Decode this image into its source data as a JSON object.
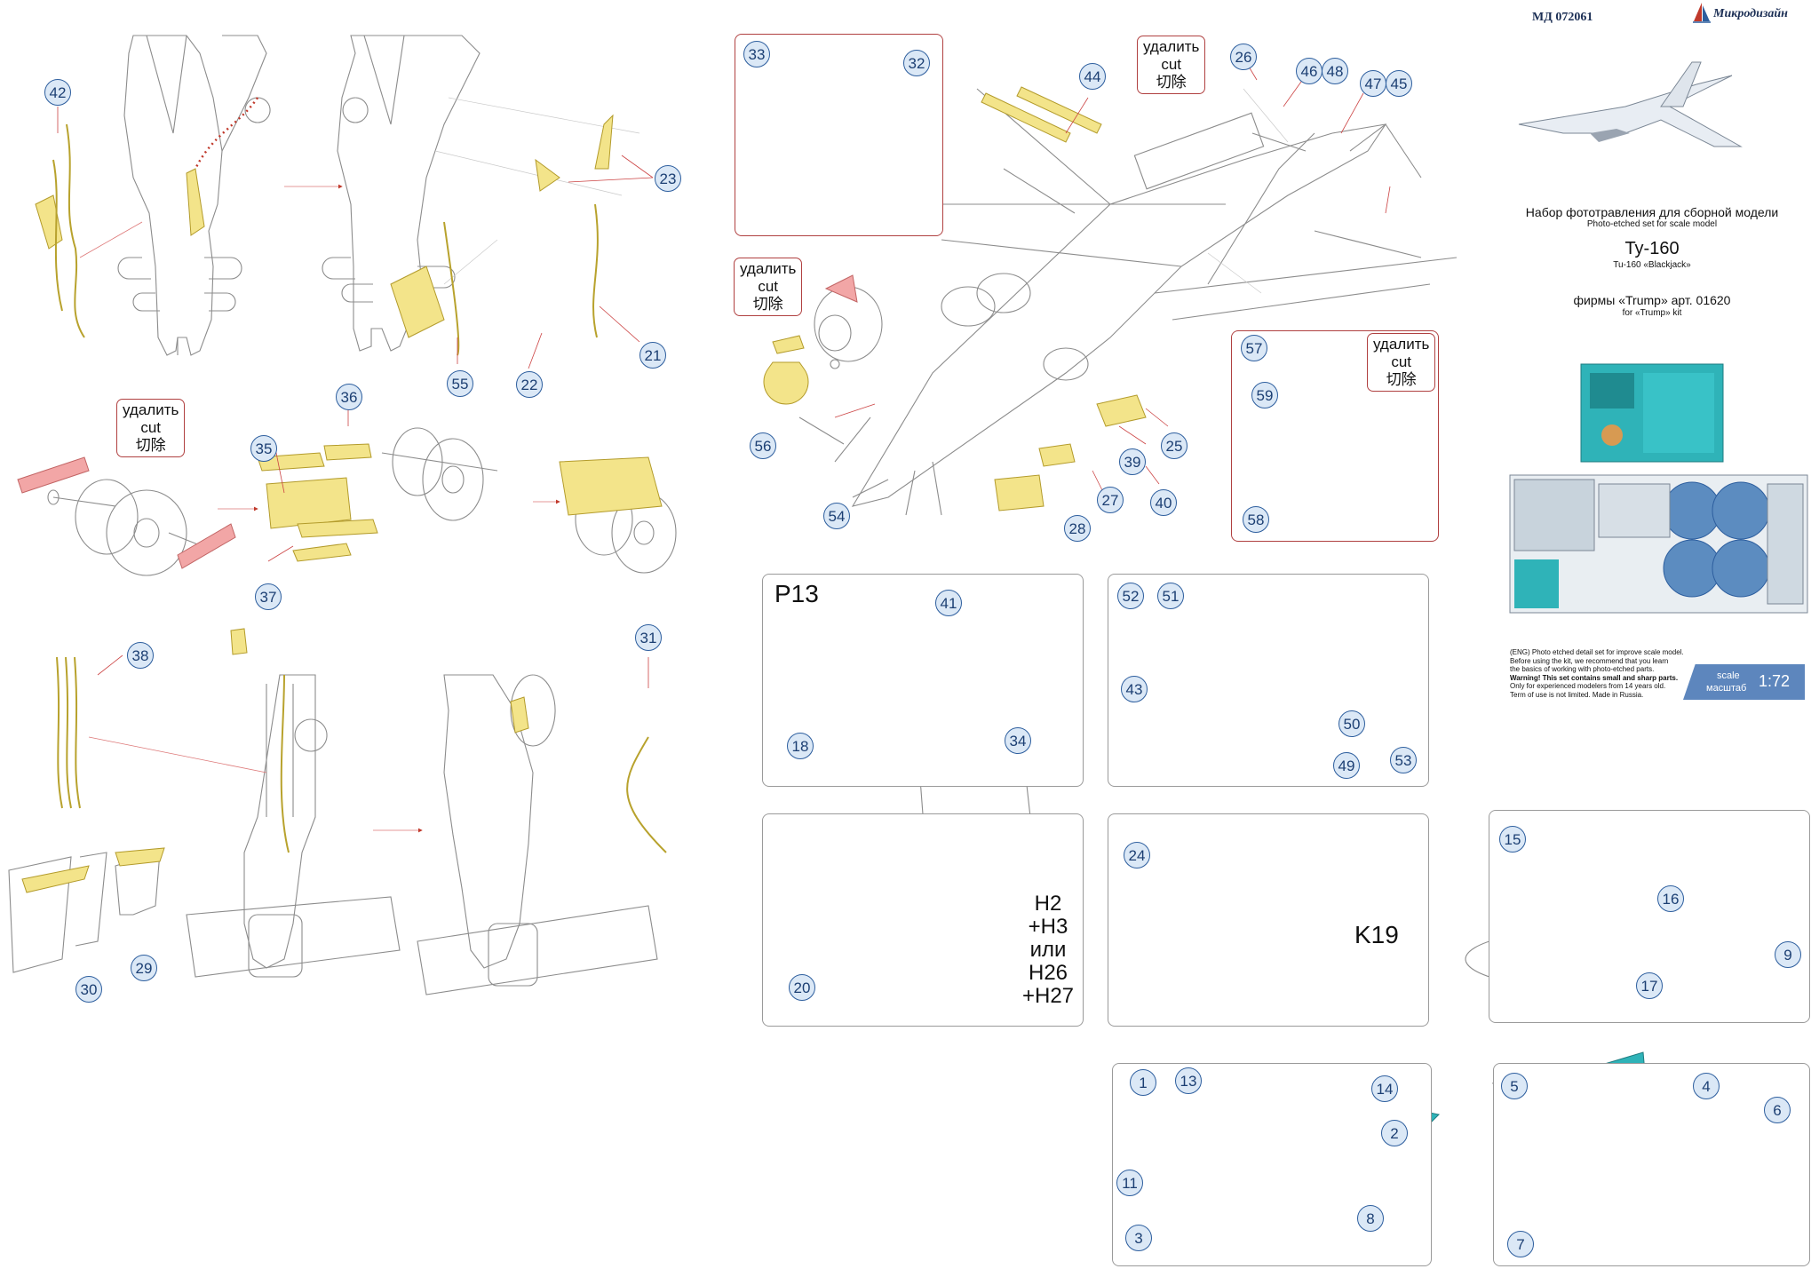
{
  "header": {
    "code": "МД 072061",
    "brand": "Микродизайн",
    "title_ru": "Набор фототравления для сборной модели",
    "title_en": "Photo-etched set for scale model",
    "model": "Ту-160",
    "model_en": "Tu-160 «Blackjack»",
    "kit_ru": "фирмы «Trump» арт. 01620",
    "kit_en": "for «Trump» kit"
  },
  "notice": [
    "(ENG) Photo etched detail set for improve scale model.",
    "Before using the kit, we recommend that you learn",
    "the basics of working with photo-etched parts.",
    "Warning! This set contains small and sharp parts.",
    "Only for experienced modelers from 14 years old.",
    "Term of use is not limited. Made in Russia."
  ],
  "scale": {
    "word_en": "scale",
    "word_ru": "масштаб",
    "value": "1:72"
  },
  "cut_label": {
    "ru": "удалить",
    "en": "cut",
    "cn": "切除"
  },
  "callouts": [
    "42",
    "23",
    "21",
    "22",
    "55",
    "36",
    "35",
    "37",
    "38",
    "31",
    "30",
    "29",
    "33",
    "32",
    "44",
    "26",
    "46",
    "48",
    "47",
    "45",
    "56",
    "54",
    "25",
    "39",
    "27",
    "40",
    "28",
    "57",
    "59",
    "58",
    "41",
    "18",
    "34",
    "52",
    "51",
    "43",
    "50",
    "49",
    "53",
    "20",
    "24",
    "15",
    "16",
    "9",
    "17",
    "1",
    "13",
    "14",
    "2",
    "11",
    "3",
    "8",
    "5",
    "4",
    "6",
    "7"
  ],
  "panel_labels": {
    "p13": "P13",
    "k19": "K19",
    "h_note": [
      "H2",
      "+H3",
      "или",
      "H26",
      "+H27"
    ]
  },
  "colors": {
    "brass": "#f3e48a",
    "brass_edge": "#b39b2b",
    "cut_part": "#f2a6a6",
    "cockpit_teal": "#2fb3b8",
    "callout_fill": "#dbe8f6",
    "callout_edge": "#2d5e9e"
  }
}
